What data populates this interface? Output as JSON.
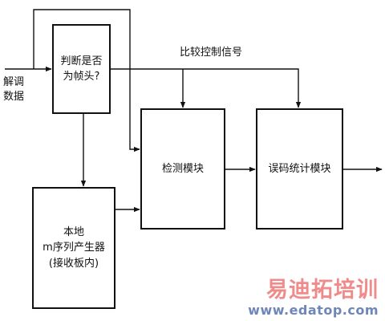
{
  "diagram": {
    "input_label_line1": "解调",
    "input_label_line2": "数据",
    "control_signal_label": "比较控制信号",
    "blocks": {
      "judge": {
        "line1": "判断是否",
        "line2": "为帧头?"
      },
      "detect": {
        "line1": "检测模块"
      },
      "ber": {
        "line1": "误码统计模块"
      },
      "mseq": {
        "line1": "本地",
        "line2": "m序列产生器",
        "line3": "(接收板内)"
      }
    }
  },
  "watermark": {
    "chinese": "易迪拓培训",
    "url": "www.edatop.com"
  }
}
